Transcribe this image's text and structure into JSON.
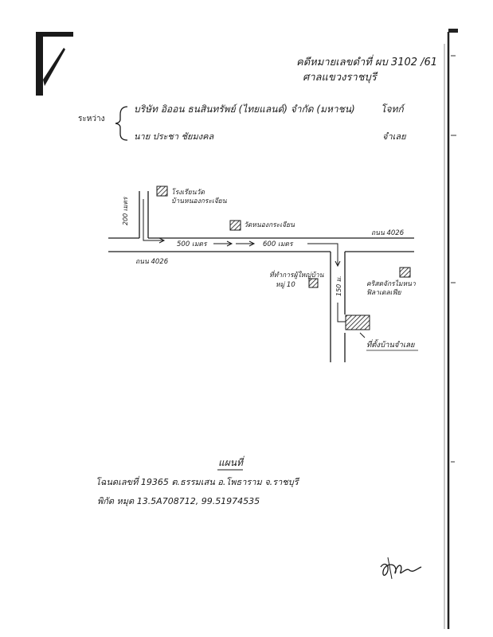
{
  "header": {
    "case_no": "คดีหมายเลขดำที่ ผบ 3102 /61",
    "court": "ศาลแขวงราชบุรี"
  },
  "parties": {
    "between_label": "ระหว่าง",
    "plaintiff": "บริษัท อิออน ธนสินทรัพย์ (ไทยแลนด์) จำกัด (มหาชน)",
    "plaintiff_role": "โจทก์",
    "defendant": "นาย ประชา ชัยมงคล",
    "defendant_role": "จำเลย"
  },
  "map": {
    "road_left": "ถนน 4026",
    "road_right": "ถนน 4026",
    "dist_200": "200 เมตร",
    "dist_500": "500 เมตร",
    "dist_600": "600 เมตร",
    "dist_150": "150 ม.",
    "lm_temple_school": "โรงเรียนวัด",
    "lm_temple_school_2": "บ้านหนองกระเจียน",
    "lm_temple": "วัดหนองกระเจียน",
    "lm_health_office": "ที่ทำการผู้ใหญ่บ้าน",
    "lm_health_office_2": "หมู่ 10",
    "lm_church": "คริสตจักรไมหนา",
    "lm_church_2": "ฟิลาเดลเฟีย",
    "lm_defendant_home": "ที่ตั้งบ้านจำเลย"
  },
  "footer": {
    "map_title": "แผนที่",
    "deed_line": "โฉนดเลขที่ 19365 ต.ธรรมเสน อ.โพธาราม จ.ราชบุรี",
    "coords_line": "พิกัด หมุด 13.5A708712, 99.51974535"
  }
}
